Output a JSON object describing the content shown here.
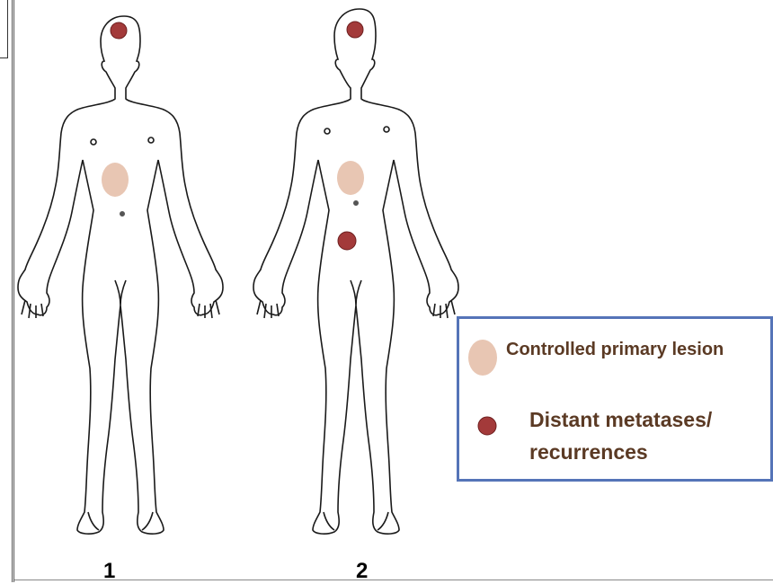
{
  "figures": [
    {
      "label": "1",
      "markers": [
        "distant-metastasis",
        "primary-lesion"
      ]
    },
    {
      "label": "2",
      "markers": [
        "distant-metastasis",
        "primary-lesion",
        "distant-metastasis"
      ]
    }
  ],
  "legend": {
    "items": [
      {
        "label": "Controlled primary lesion",
        "color": "#e8c6b3"
      },
      {
        "label": "Distant metatases/\nrecurrences",
        "line1": "Distant metatases/",
        "line2": "recurrences",
        "color": "#a33a3a"
      }
    ],
    "border_color": "#5574b8"
  },
  "colors": {
    "outline": "#1a1a1a",
    "primary_lesion": "#e8c6b3",
    "metastasis": "#a33a3a",
    "legend_text": "#5b3a24"
  }
}
